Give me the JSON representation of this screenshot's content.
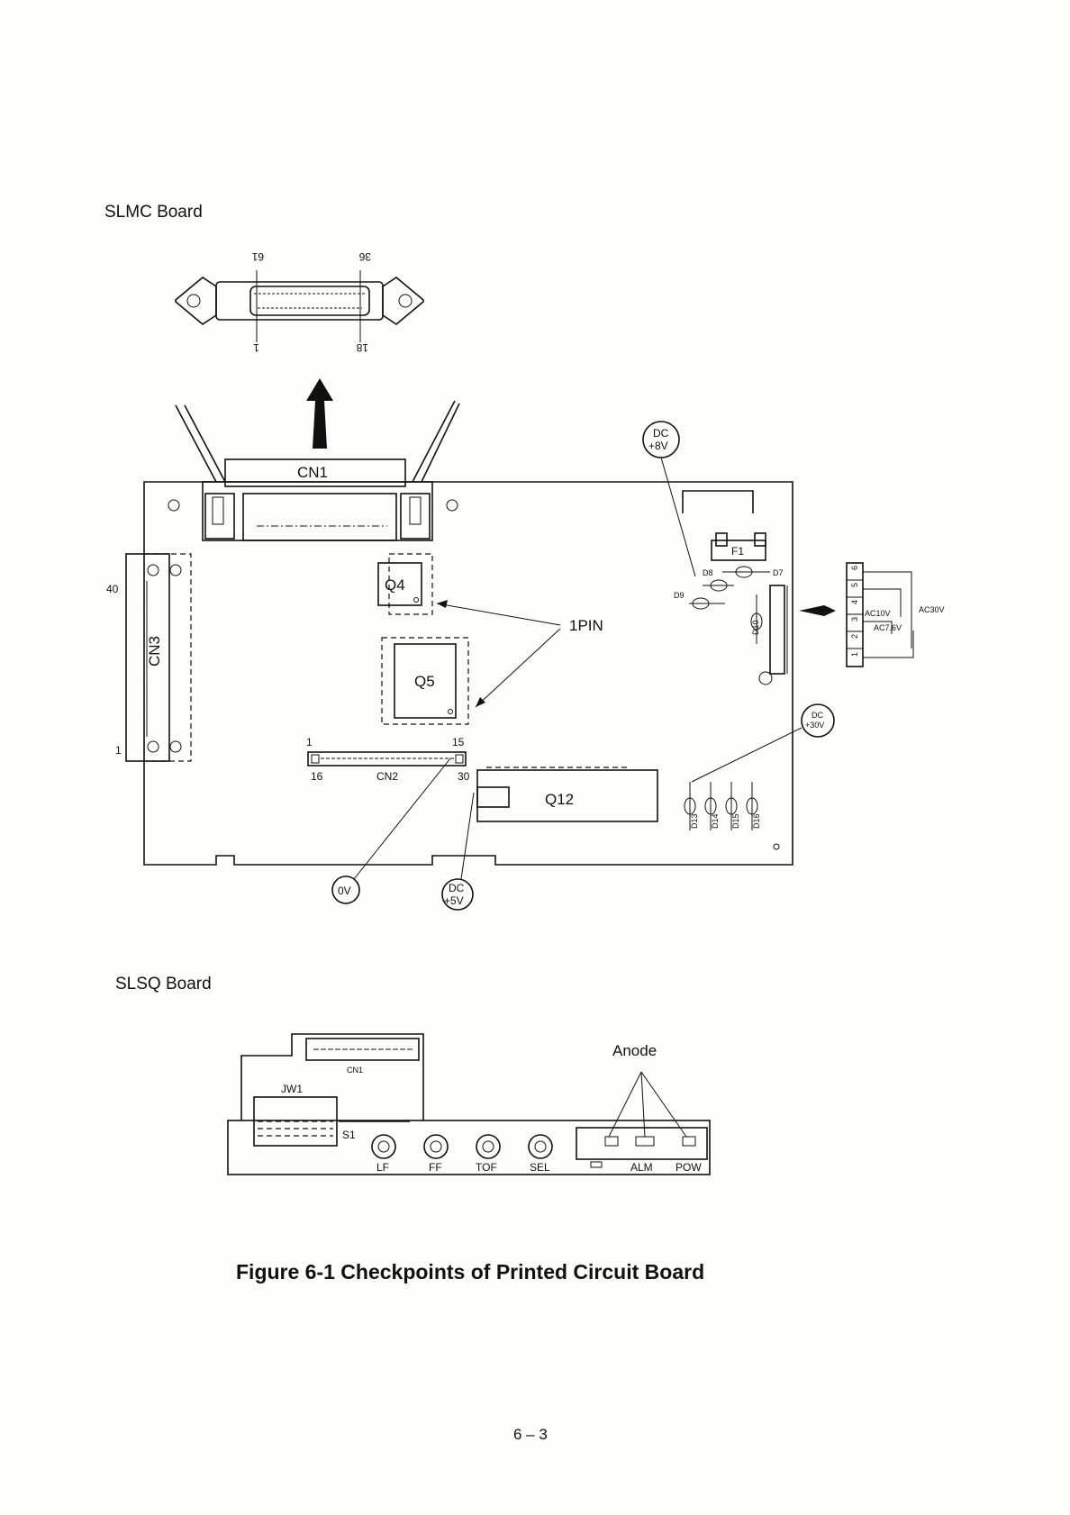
{
  "sections": {
    "slmc_title": "SLMC Board",
    "slsq_title": "SLSQ Board"
  },
  "top_connector": {
    "pin_top_left": "61",
    "pin_top_right": "36",
    "pin_bottom_left": "1",
    "pin_bottom_right": "18"
  },
  "slmc": {
    "cn1": "CN1",
    "cn3": "CN3",
    "cn3_pin_40": "40",
    "cn3_pin_1": "1",
    "q4": "Q4",
    "q5": "Q5",
    "q12": "Q12",
    "one_pin": "1PIN",
    "cn2": "CN2",
    "cn2_pin_1": "1",
    "cn2_pin_15": "15",
    "cn2_pin_16": "16",
    "cn2_pin_30": "30",
    "f1": "F1",
    "d7": "D7",
    "d8": "D8",
    "d9": "D9",
    "d10": "D10",
    "d13": "D13",
    "d14": "D14",
    "d15": "D15",
    "d16": "D16",
    "terminal_pins": [
      "1",
      "2",
      "3",
      "4",
      "5",
      "6"
    ],
    "ac10v": "AC10V",
    "ac30v": "AC30V",
    "ac76v": "AC7.6V",
    "tp_dc8v_a": "DC",
    "tp_dc8v_b": "+8V",
    "tp_dc30v_a": "DC",
    "tp_dc30v_b": "+30V",
    "tp_0v": "0V",
    "tp_dc5v_a": "DC",
    "tp_dc5v_b": "+5V"
  },
  "slsq": {
    "cn1": "CN1",
    "jw1": "JW1",
    "s1": "S1",
    "anode": "Anode",
    "buttons": [
      "LF",
      "FF",
      "TOF",
      "SEL"
    ],
    "alm": "ALM",
    "pow": "POW"
  },
  "caption": "Figure 6-1 Checkpoints of Printed Circuit Board",
  "page_number": "6 – 3"
}
